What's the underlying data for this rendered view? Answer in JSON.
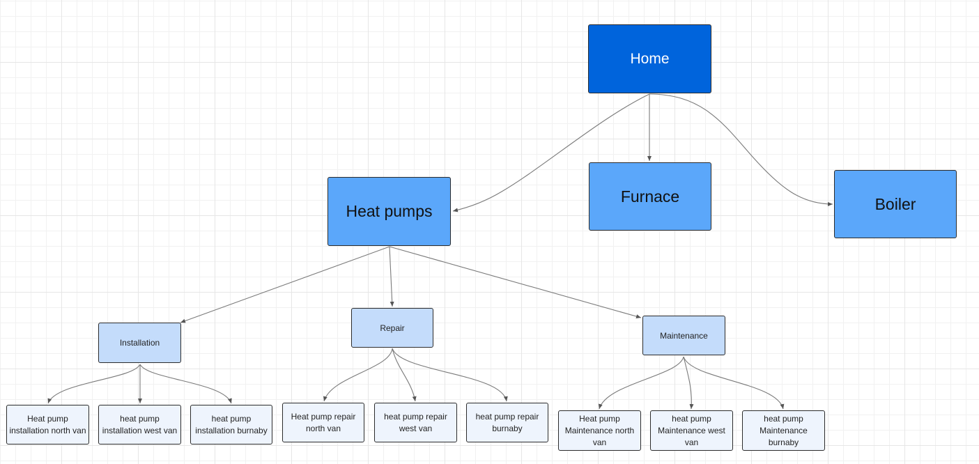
{
  "diagram": {
    "home": {
      "label": "Home"
    },
    "services": [
      {
        "label": "Heat pumps"
      },
      {
        "label": "Furnace"
      },
      {
        "label": "Boiler"
      }
    ],
    "categories": [
      {
        "label": "Installation"
      },
      {
        "label": "Repair"
      },
      {
        "label": "Maintenance"
      }
    ],
    "pages": [
      {
        "label": "Heat pump installation north van"
      },
      {
        "label": "heat pump installation west van"
      },
      {
        "label": "heat pump installation burnaby"
      },
      {
        "label": "Heat pump repair north van"
      },
      {
        "label": "heat pump repair west van"
      },
      {
        "label": "heat pump repair burnaby"
      },
      {
        "label": "Heat pump Maintenance north van"
      },
      {
        "label": "heat pump Maintenance west van"
      },
      {
        "label": "heat pump Maintenance burnaby"
      }
    ]
  },
  "colors": {
    "home_fill": "#0064dc",
    "service_fill": "#5ba7fa",
    "category_fill": "#c4dcfb",
    "page_fill": "#eef4fd",
    "border": "#2b2b2b",
    "connector": "#7a7a7a",
    "grid": "#e6e6e6"
  }
}
